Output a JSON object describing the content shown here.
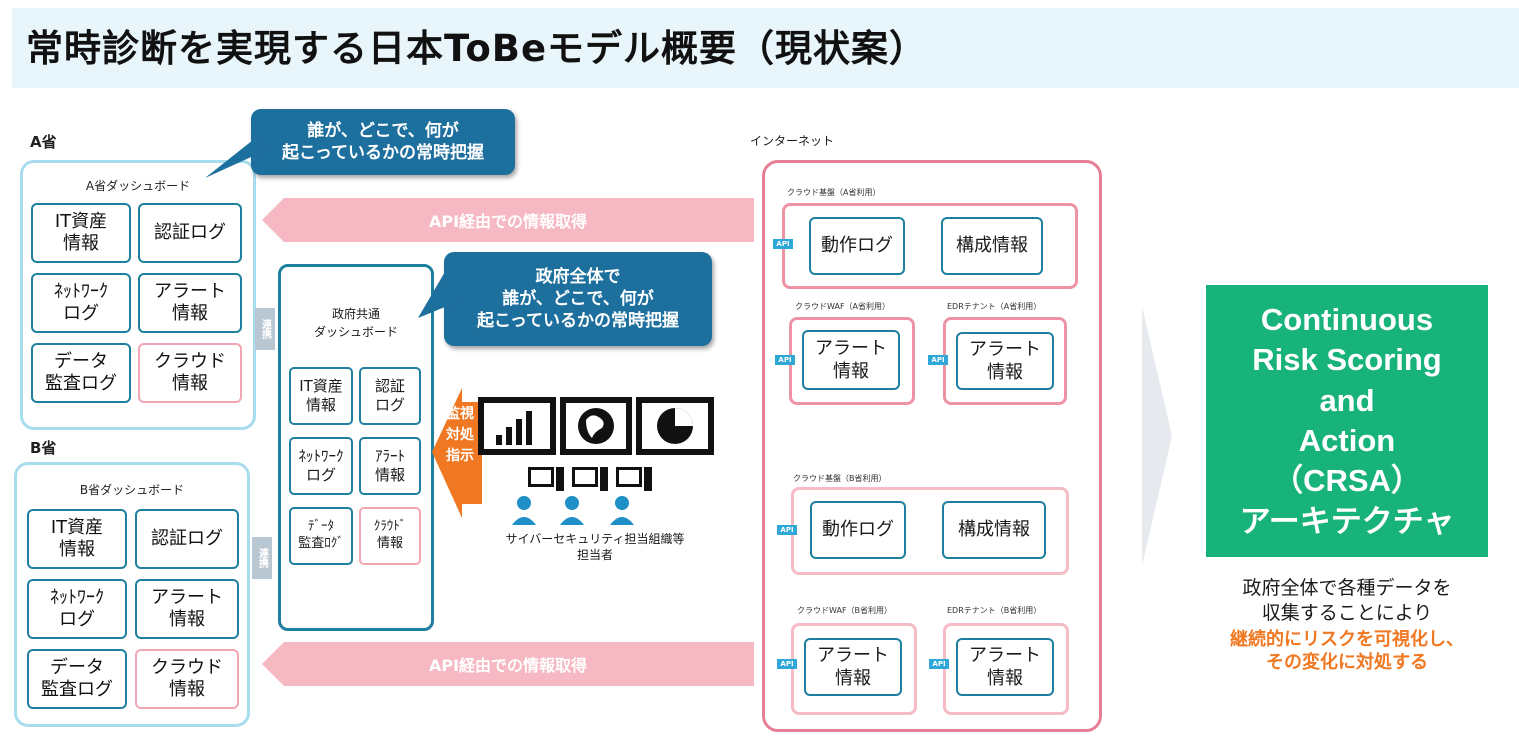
{
  "title": "常時診断を実現する日本ToBeモデル概要（現状案）",
  "colors": {
    "title_bg": "#e8f5fb",
    "ministry_border": "#a8dcef",
    "cell_border": "#1e7f9e",
    "pink_border": "#f2a6b3",
    "callout": "#1d6f9e",
    "api_arrow": "#f6b8c2",
    "internet_border": "#e57f94",
    "orange": "#f07822",
    "crsa": "#18b27b"
  },
  "ministry_a": {
    "label": "A省",
    "dashboard_title": "A省ダッシュボード",
    "cells": [
      "IT資産\n情報",
      "認証ログ",
      "ﾈｯﾄﾜｰｸ\nログ",
      "アラート\n情報",
      "データ\n監査ログ",
      "クラウド\n情報"
    ]
  },
  "ministry_b": {
    "label": "B省",
    "dashboard_title": "B省ダッシュボード",
    "cells": [
      "IT資産\n情報",
      "認証ログ",
      "ﾈｯﾄﾜｰｸ\nログ",
      "アラート\n情報",
      "データ\n監査ログ",
      "クラウド\n情報"
    ]
  },
  "renkei_label": "連携",
  "callout_a": "誰が、どこで、何が\n起こっているかの常時把握",
  "callout_gov": "政府全体で\n誰が、どこで、何が\n起こっているかの常時把握",
  "api_arrow_label": "API経由での情報取得",
  "gov_dashboard": {
    "title": "政府共通\nダッシュボード",
    "cells": [
      "IT資産\n情報",
      "認証\nログ",
      "ﾈｯﾄﾜｰｸ\nログ",
      "ｱﾗｰﾄ\n情報",
      "ﾃﾞｰﾀ\n監査ﾛｸﾞ",
      "ｸﾗｳﾄﾞ\n情報"
    ]
  },
  "monitor_label": "監視\n対処\n指示",
  "soc_label": "サイバーセキュリティ担当組織等\n担当者",
  "internet": {
    "label": "インターネット",
    "api_tag": "API",
    "zones": [
      {
        "label": "クラウド基盤（A省利用）",
        "cells": [
          "動作ログ",
          "構成情報"
        ]
      },
      {
        "label": "クラウドWAF（A省利用）",
        "cells": [
          "アラート\n情報"
        ]
      },
      {
        "label": "EDRテナント（A省利用）",
        "cells": [
          "アラート\n情報"
        ]
      },
      {
        "label": "クラウド基盤（B省利用）",
        "cells": [
          "動作ログ",
          "構成情報"
        ]
      },
      {
        "label": "クラウドWAF（B省利用）",
        "cells": [
          "アラート\n情報"
        ]
      },
      {
        "label": "EDRテナント（B省利用）",
        "cells": [
          "アラート\n情報"
        ]
      }
    ]
  },
  "crsa": {
    "text": "Continuous\nRisk Scoring\nand\nAction\n（CRSA）\nアーキテクチャ",
    "caption": "政府全体で各種データを\n収集することにより",
    "caption_em": "継続的にリスクを可視化し、\nその変化に対処する"
  }
}
